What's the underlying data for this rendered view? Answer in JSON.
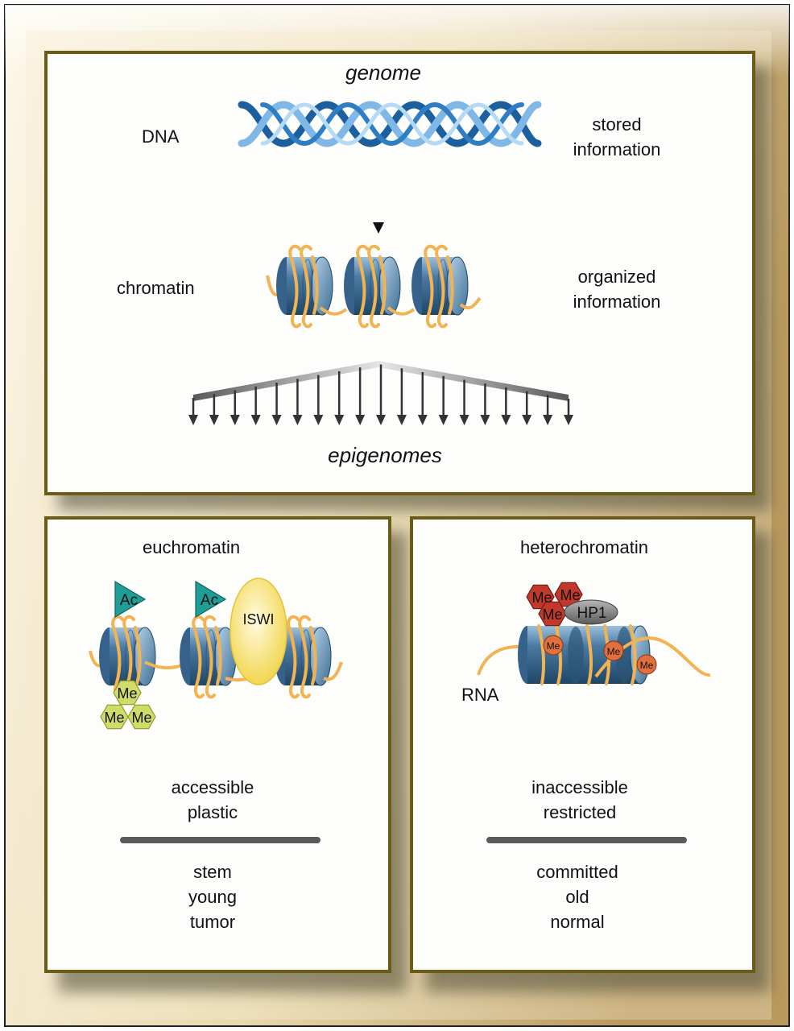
{
  "top_panel": {
    "title": "genome",
    "dna_label": "DNA",
    "stored_label": [
      "stored",
      "information"
    ],
    "chromatin_label": "chromatin",
    "organized_label": [
      "organized",
      "information"
    ],
    "footer": "epigenomes"
  },
  "euchromatin_panel": {
    "title": "euchromatin",
    "mark_acetyl": "Ac",
    "mark_methyl": "Me",
    "remodeler": "ISWI",
    "properties": [
      "accessible",
      "plastic"
    ],
    "states": [
      "stem",
      "young",
      "tumor"
    ]
  },
  "heterochromatin_panel": {
    "title": "heterochromatin",
    "mark_methyl": "Me",
    "protein": "HP1",
    "rna_label": "RNA",
    "properties": [
      "inaccessible",
      "restricted"
    ],
    "states": [
      "committed",
      "old",
      "normal"
    ]
  },
  "colors": {
    "panel_border": "#6b5b14",
    "nucleosome": "#3f6f95",
    "dna_strand": "#f1b24a",
    "acetyl": "#1e9e96",
    "methyl_eu": "#c8d75e",
    "methyl_hetero": "#c0392b",
    "iswi": "#fbe98a",
    "hp1": "#808080"
  }
}
